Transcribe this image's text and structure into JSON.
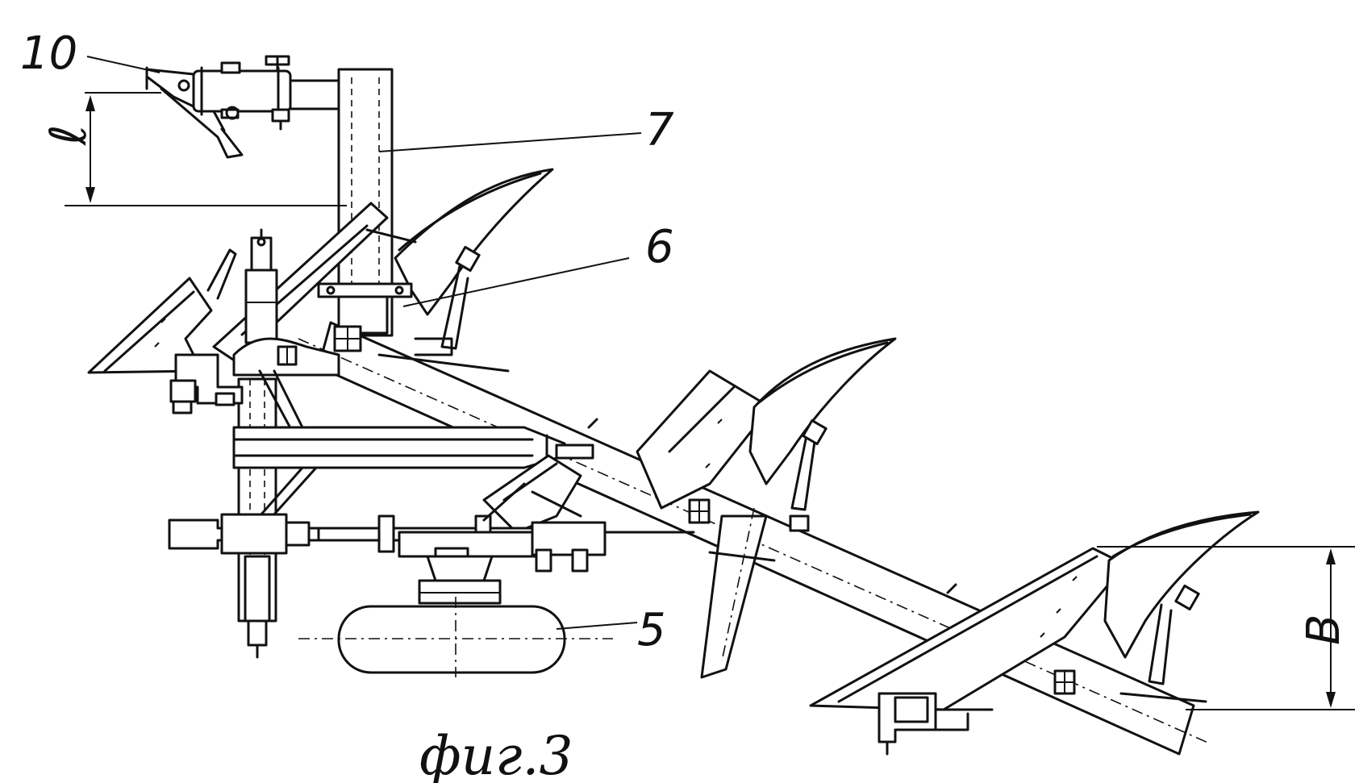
{
  "figure": {
    "caption": "фиг.3",
    "labels": {
      "ref_10": "10",
      "ref_7": "7",
      "ref_6": "6",
      "ref_5": "5",
      "dim_l": "ℓ",
      "dim_b": "B"
    }
  }
}
